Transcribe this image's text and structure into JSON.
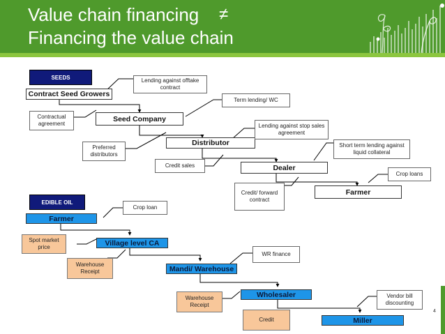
{
  "header": {
    "title_line1": "Value chain financing",
    "not_equal": "≠",
    "title_line2": "Financing the value chain"
  },
  "seeds": {
    "tag": "SEEDS",
    "nodes": [
      "Contract Seed Growers",
      "Seed Company",
      "Distributor",
      "Dealer",
      "Farmer"
    ],
    "notes": {
      "lending_offtake": "Lending against offtake contract",
      "contractual_agreement": "Contractual agreement",
      "term_lending": "Term lending/ WC",
      "preferred_distributors": "Preferred distributors",
      "lending_stop_sales": "Lending against stop sales agreement",
      "credit_sales": "Credit sales",
      "short_term_lending": "Short term lending against liquid collateral",
      "credit_forward": "Credit/ forward contract",
      "crop_loans": "Crop loans"
    }
  },
  "edible_oil": {
    "tag": "EDIBLE OIL",
    "nodes": [
      "Farmer",
      "Village level CA",
      "Mandi/ Warehouse",
      "Wholesaler",
      "Miller"
    ],
    "notes": {
      "crop_loan": "Crop loan",
      "spot_market_price": "Spot market price",
      "warehouse_receipt_1": "Warehouse Receipt",
      "wr_finance": "WR finance",
      "warehouse_receipt_2": "Warehouse Receipt",
      "vendor_bill": "Vendor bill discounting",
      "credit": "Credit"
    }
  },
  "page_number": "4",
  "colors": {
    "header_green": "#4f9a2c",
    "accent_green": "#8cc63f",
    "node_blue": "#1e95e8",
    "note_orange": "#f8c79a",
    "tag_navy": "#101a7a"
  }
}
